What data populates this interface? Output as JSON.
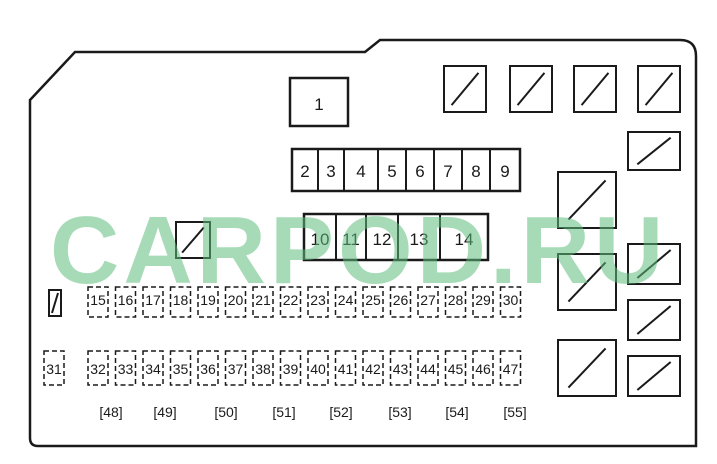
{
  "watermark": "CARPOD.RU",
  "colors": {
    "line": "#1a1a1a",
    "watermark": "#5fbe7d"
  },
  "fuses": {
    "large": [
      "1"
    ],
    "row_mid": [
      "2",
      "3",
      "4",
      "5",
      "6",
      "7",
      "8",
      "9"
    ],
    "row_big": [
      "10",
      "11",
      "12",
      "13",
      "14"
    ],
    "row_upper": [
      "15",
      "16",
      "17",
      "18",
      "19",
      "20",
      "21",
      "22",
      "23",
      "24",
      "25",
      "26",
      "27",
      "28",
      "29",
      "30"
    ],
    "single_left": [
      "31"
    ],
    "row_lower": [
      "32",
      "33",
      "34",
      "35",
      "36",
      "37",
      "38",
      "39",
      "40",
      "41",
      "42",
      "43",
      "44",
      "45",
      "46",
      "47"
    ],
    "bracketed": [
      "[48]",
      "[49]",
      "[50]",
      "[51]",
      "[52]",
      "[53]",
      "[54]",
      "[55]"
    ]
  }
}
